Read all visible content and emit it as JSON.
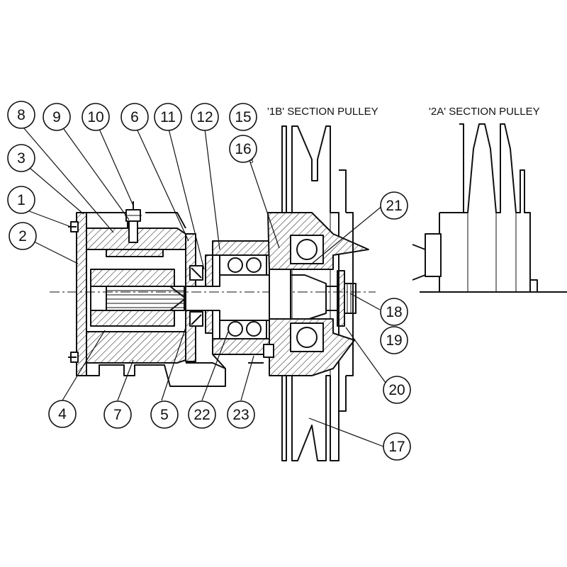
{
  "captions": {
    "section_1b": "'1B' SECTION PULLEY",
    "section_2a": "'2A' SECTION PULLEY"
  },
  "sub_mark": "3",
  "callouts": [
    {
      "id": "c1",
      "label": "1"
    },
    {
      "id": "c2",
      "label": "2"
    },
    {
      "id": "c3",
      "label": "3"
    },
    {
      "id": "c4",
      "label": "4"
    },
    {
      "id": "c5",
      "label": "5"
    },
    {
      "id": "c6",
      "label": "6"
    },
    {
      "id": "c7",
      "label": "7"
    },
    {
      "id": "c8",
      "label": "8"
    },
    {
      "id": "c9",
      "label": "9"
    },
    {
      "id": "c10",
      "label": "10"
    },
    {
      "id": "c11",
      "label": "11"
    },
    {
      "id": "c12",
      "label": "12"
    },
    {
      "id": "c15",
      "label": "15"
    },
    {
      "id": "c16",
      "label": "16"
    },
    {
      "id": "c17",
      "label": "17"
    },
    {
      "id": "c18",
      "label": "18"
    },
    {
      "id": "c19",
      "label": "19"
    },
    {
      "id": "c20",
      "label": "20"
    },
    {
      "id": "c21",
      "label": "21"
    },
    {
      "id": "c22",
      "label": "22"
    },
    {
      "id": "c23",
      "label": "23"
    }
  ]
}
